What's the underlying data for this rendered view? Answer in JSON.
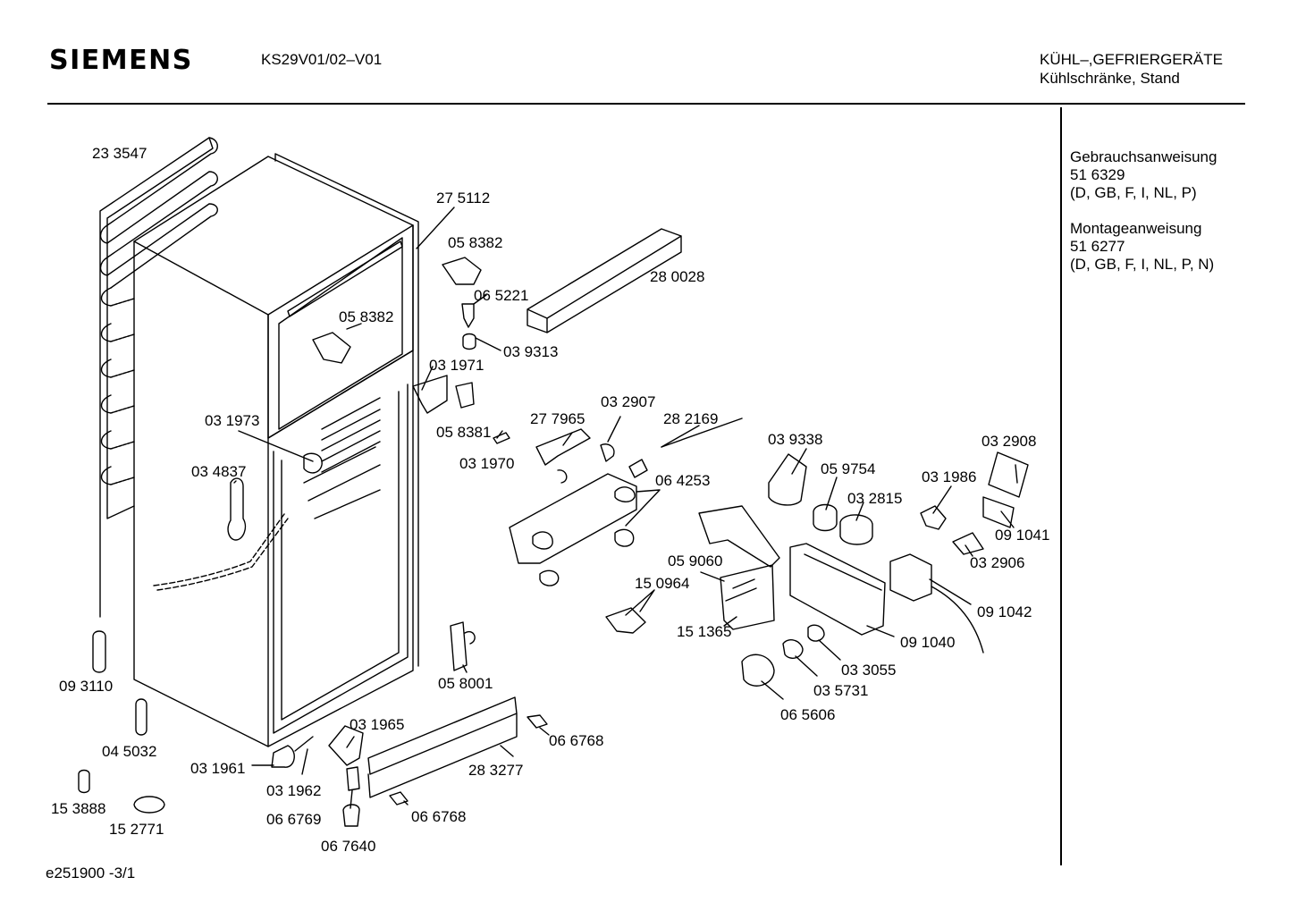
{
  "header": {
    "brand": "SIEMENS",
    "model": "KS29V01/02–V01",
    "category_line1": "KÜHL–,GEFRIERGERÄTE",
    "category_line2": "Kühlschränke, Stand"
  },
  "sidebar": {
    "manual_title": "Gebrauchsanweisung",
    "manual_number": "51 6329",
    "manual_langs": "(D, GB, F, I, NL, P)",
    "install_title": "Montageanweisung",
    "install_number": "51 6277",
    "install_langs": "(D, GB, F, I, NL, P, N)"
  },
  "footer": {
    "code": "e251900   -3/1"
  },
  "parts": [
    "23 3547",
    "27 5112",
    "05 8382",
    "28 0028",
    "06 5221",
    "05 8382",
    "03 9313",
    "03 1971",
    "03 1973",
    "05 8381",
    "03 1970",
    "03 4837",
    "27 7965",
    "03 2907",
    "28 2169",
    "06 4253",
    "03 9338",
    "05 9754",
    "03 2815",
    "03 1986",
    "03 2908",
    "09 1041",
    "03 2906",
    "05 9060",
    "15 0964",
    "15 1365",
    "09 1042",
    "09 1040",
    "03 3055",
    "03 5731",
    "06 5606",
    "05 8001",
    "09 3110",
    "04 5032",
    "03 1965",
    "06 6768",
    "28 3277",
    "03 1961",
    "03 1962",
    "15 3888",
    "06 6769",
    "06 6768",
    "15 2771",
    "06 7640"
  ]
}
